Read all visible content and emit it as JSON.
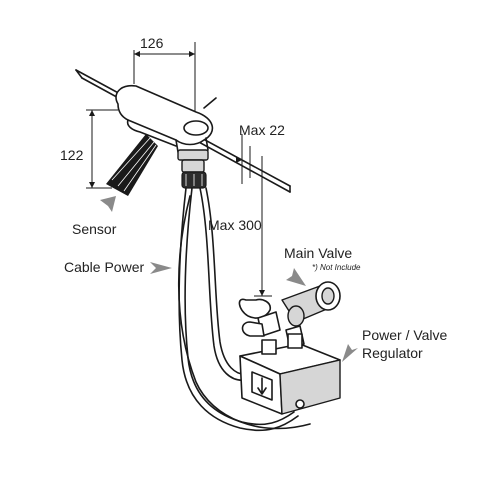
{
  "dimensions": {
    "width_label": "126",
    "height_label": "122",
    "max_thickness_label": "Max 22",
    "max_length_label": "Max 300"
  },
  "callouts": {
    "sensor": "Sensor",
    "cable_power": "Cable Power",
    "main_valve": "Main Valve",
    "main_valve_note": "*) Not Include",
    "power_valve_line1": "Power / Valve",
    "power_valve_line2": "Regulator"
  },
  "colors": {
    "line": "#1a1a1a",
    "arrow": "#8a8a8a",
    "shade": "#d6d6d6"
  }
}
